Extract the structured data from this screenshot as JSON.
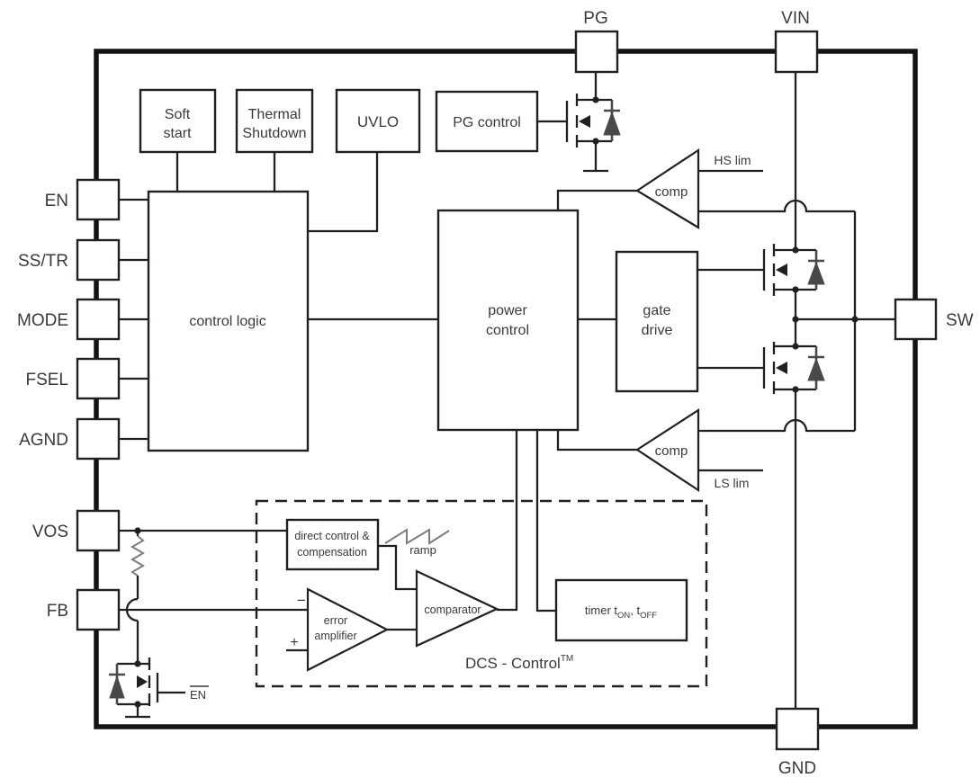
{
  "pins": {
    "en": "EN",
    "ss_tr": "SS/TR",
    "mode": "MODE",
    "fsel": "FSEL",
    "agnd": "AGND",
    "vos": "VOS",
    "fb": "FB",
    "pg": "PG",
    "vin": "VIN",
    "sw": "SW",
    "gnd": "GND"
  },
  "blocks": {
    "soft_start": [
      "Soft",
      "start"
    ],
    "thermal_shutdown": [
      "Thermal",
      "Shutdown"
    ],
    "uvlo": "UVLO",
    "pg_control": "PG control",
    "control_logic": "control logic",
    "power_control": [
      "power",
      "control"
    ],
    "gate_drive": [
      "gate",
      "drive"
    ],
    "direct_control": [
      "direct control &",
      "compensation"
    ],
    "error_amplifier": [
      "error",
      "amplifier"
    ],
    "comparator": "comparator"
  },
  "timer": {
    "prefix": "timer t",
    "sub_on": "ON",
    "mid": ", t",
    "sub_off": "OFF"
  },
  "dcs": {
    "title": "DCS - Control",
    "tm": "TM"
  },
  "labels": {
    "hs_comp": "comp",
    "ls_comp": "comp",
    "hs_lim": "HS lim",
    "ls_lim": "LS lim",
    "ramp": "ramp",
    "minus": "−",
    "plus": "+",
    "en_bar": "EN"
  },
  "colors": {
    "line": "#231f20",
    "text": "#3a3a3a",
    "gray_accent": "#7d7d7d",
    "diode": "#49494b",
    "background": "#ffffff"
  }
}
